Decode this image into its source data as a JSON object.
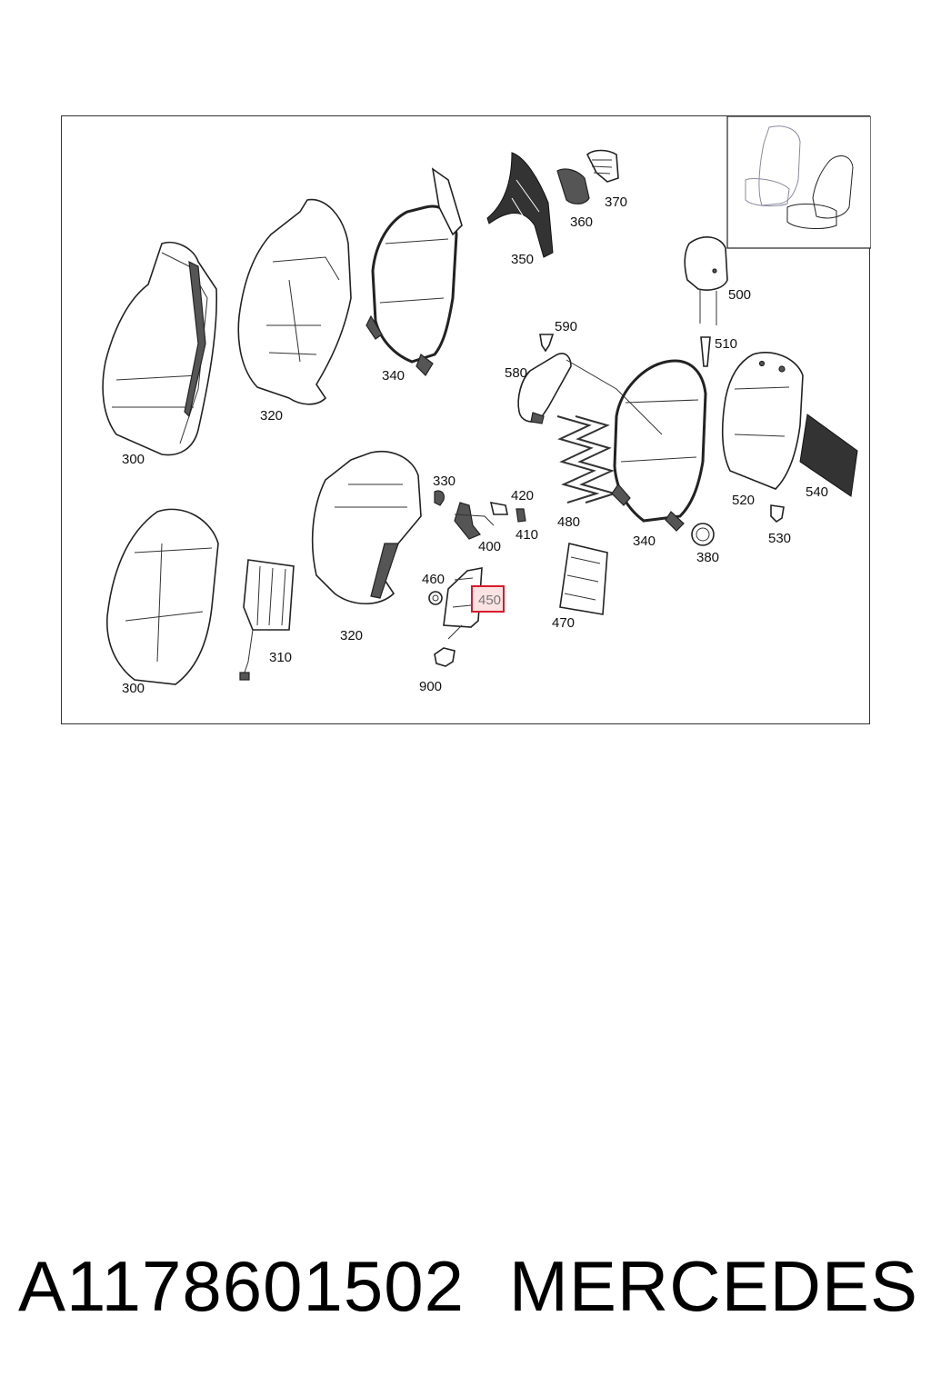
{
  "diagram": {
    "highlighted_callout": "450",
    "callouts": {
      "c300a": "300",
      "c320a": "320",
      "c340a": "340",
      "c350": "350",
      "c360": "360",
      "c370": "370",
      "c500": "500",
      "c590": "590",
      "c510": "510",
      "c580": "580",
      "c330": "330",
      "c420": "420",
      "c410": "410",
      "c400": "400",
      "c480": "480",
      "c340b": "340",
      "c380": "380",
      "c520": "520",
      "c540": "540",
      "c530": "530",
      "c300b": "300",
      "c310": "310",
      "c320b": "320",
      "c460": "460",
      "c450": "450",
      "c470": "470",
      "c900": "900"
    }
  },
  "caption": {
    "part_number": "A1178601502",
    "brand": "MERCEDES"
  }
}
